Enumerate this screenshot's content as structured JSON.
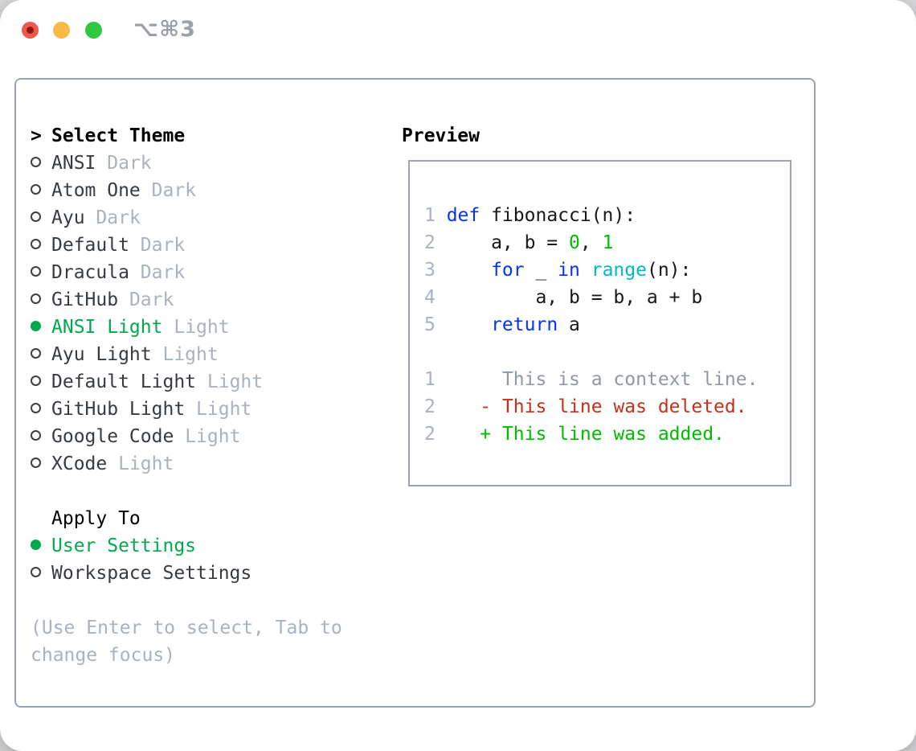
{
  "window": {
    "title": "⌥⌘3",
    "traffic_lights": [
      "close",
      "minimize",
      "zoom"
    ]
  },
  "colors": {
    "accent_green": "#00a94d",
    "ansi_green": "#00bc00",
    "keyword_blue": "#0433fa",
    "builtin_cyan": "#00bac4",
    "deleted_red": "#c5301a",
    "muted_gray": "#a9b2bd",
    "context_gray": "#9098a1",
    "border_gray": "#9aa3ae",
    "traffic_red": "#f2574d",
    "traffic_yellow": "#f7bb45",
    "traffic_green": "#2fc840"
  },
  "theme_panel": {
    "prompt": ">",
    "header": "Select Theme",
    "items": [
      {
        "name": "ANSI",
        "variant": "Dark",
        "selected": false
      },
      {
        "name": "Atom One",
        "variant": "Dark",
        "selected": false
      },
      {
        "name": "Ayu",
        "variant": "Dark",
        "selected": false
      },
      {
        "name": "Default",
        "variant": "Dark",
        "selected": false
      },
      {
        "name": "Dracula",
        "variant": "Dark",
        "selected": false
      },
      {
        "name": "GitHub",
        "variant": "Dark",
        "selected": false
      },
      {
        "name": "ANSI Light",
        "variant": "Light",
        "selected": true
      },
      {
        "name": "Ayu Light",
        "variant": "Light",
        "selected": false
      },
      {
        "name": "Default Light",
        "variant": "Light",
        "selected": false
      },
      {
        "name": "GitHub Light",
        "variant": "Light",
        "selected": false
      },
      {
        "name": "Google Code",
        "variant": "Light",
        "selected": false
      },
      {
        "name": "XCode",
        "variant": "Light",
        "selected": false
      }
    ]
  },
  "apply_to": {
    "header": "Apply To",
    "options": [
      {
        "label": "User Settings",
        "selected": true
      },
      {
        "label": "Workspace Settings",
        "selected": false
      }
    ]
  },
  "help": {
    "line1": "(Use Enter to select, Tab to",
    "line2": "change focus)"
  },
  "preview": {
    "label": "Preview",
    "code_lines": [
      {
        "num": "1",
        "segments": [
          {
            "text": "def",
            "token": "keyword"
          },
          {
            "text": " fibonacci(n):",
            "token": "plain"
          }
        ]
      },
      {
        "num": "2",
        "segments": [
          {
            "text": "    a, b = ",
            "token": "plain"
          },
          {
            "text": "0",
            "token": "number"
          },
          {
            "text": ", ",
            "token": "plain"
          },
          {
            "text": "1",
            "token": "number"
          }
        ]
      },
      {
        "num": "3",
        "segments": [
          {
            "text": "    ",
            "token": "plain"
          },
          {
            "text": "for",
            "token": "keyword"
          },
          {
            "text": " _ ",
            "token": "plain"
          },
          {
            "text": "in",
            "token": "keyword"
          },
          {
            "text": " ",
            "token": "plain"
          },
          {
            "text": "range",
            "token": "builtin"
          },
          {
            "text": "(n):",
            "token": "plain"
          }
        ]
      },
      {
        "num": "4",
        "segments": [
          {
            "text": "        a, b = b, a + b",
            "token": "plain"
          }
        ]
      },
      {
        "num": "5",
        "segments": [
          {
            "text": "    ",
            "token": "plain"
          },
          {
            "text": "return",
            "token": "keyword"
          },
          {
            "text": " a",
            "token": "plain"
          }
        ]
      }
    ],
    "diff_lines": [
      {
        "num": "1",
        "marker": " ",
        "text": "This is a context line.",
        "kind": "context"
      },
      {
        "num": "2",
        "marker": "-",
        "text": "This line was deleted.",
        "kind": "deleted"
      },
      {
        "num": "2",
        "marker": "+",
        "text": "This line was added.",
        "kind": "added"
      }
    ]
  }
}
